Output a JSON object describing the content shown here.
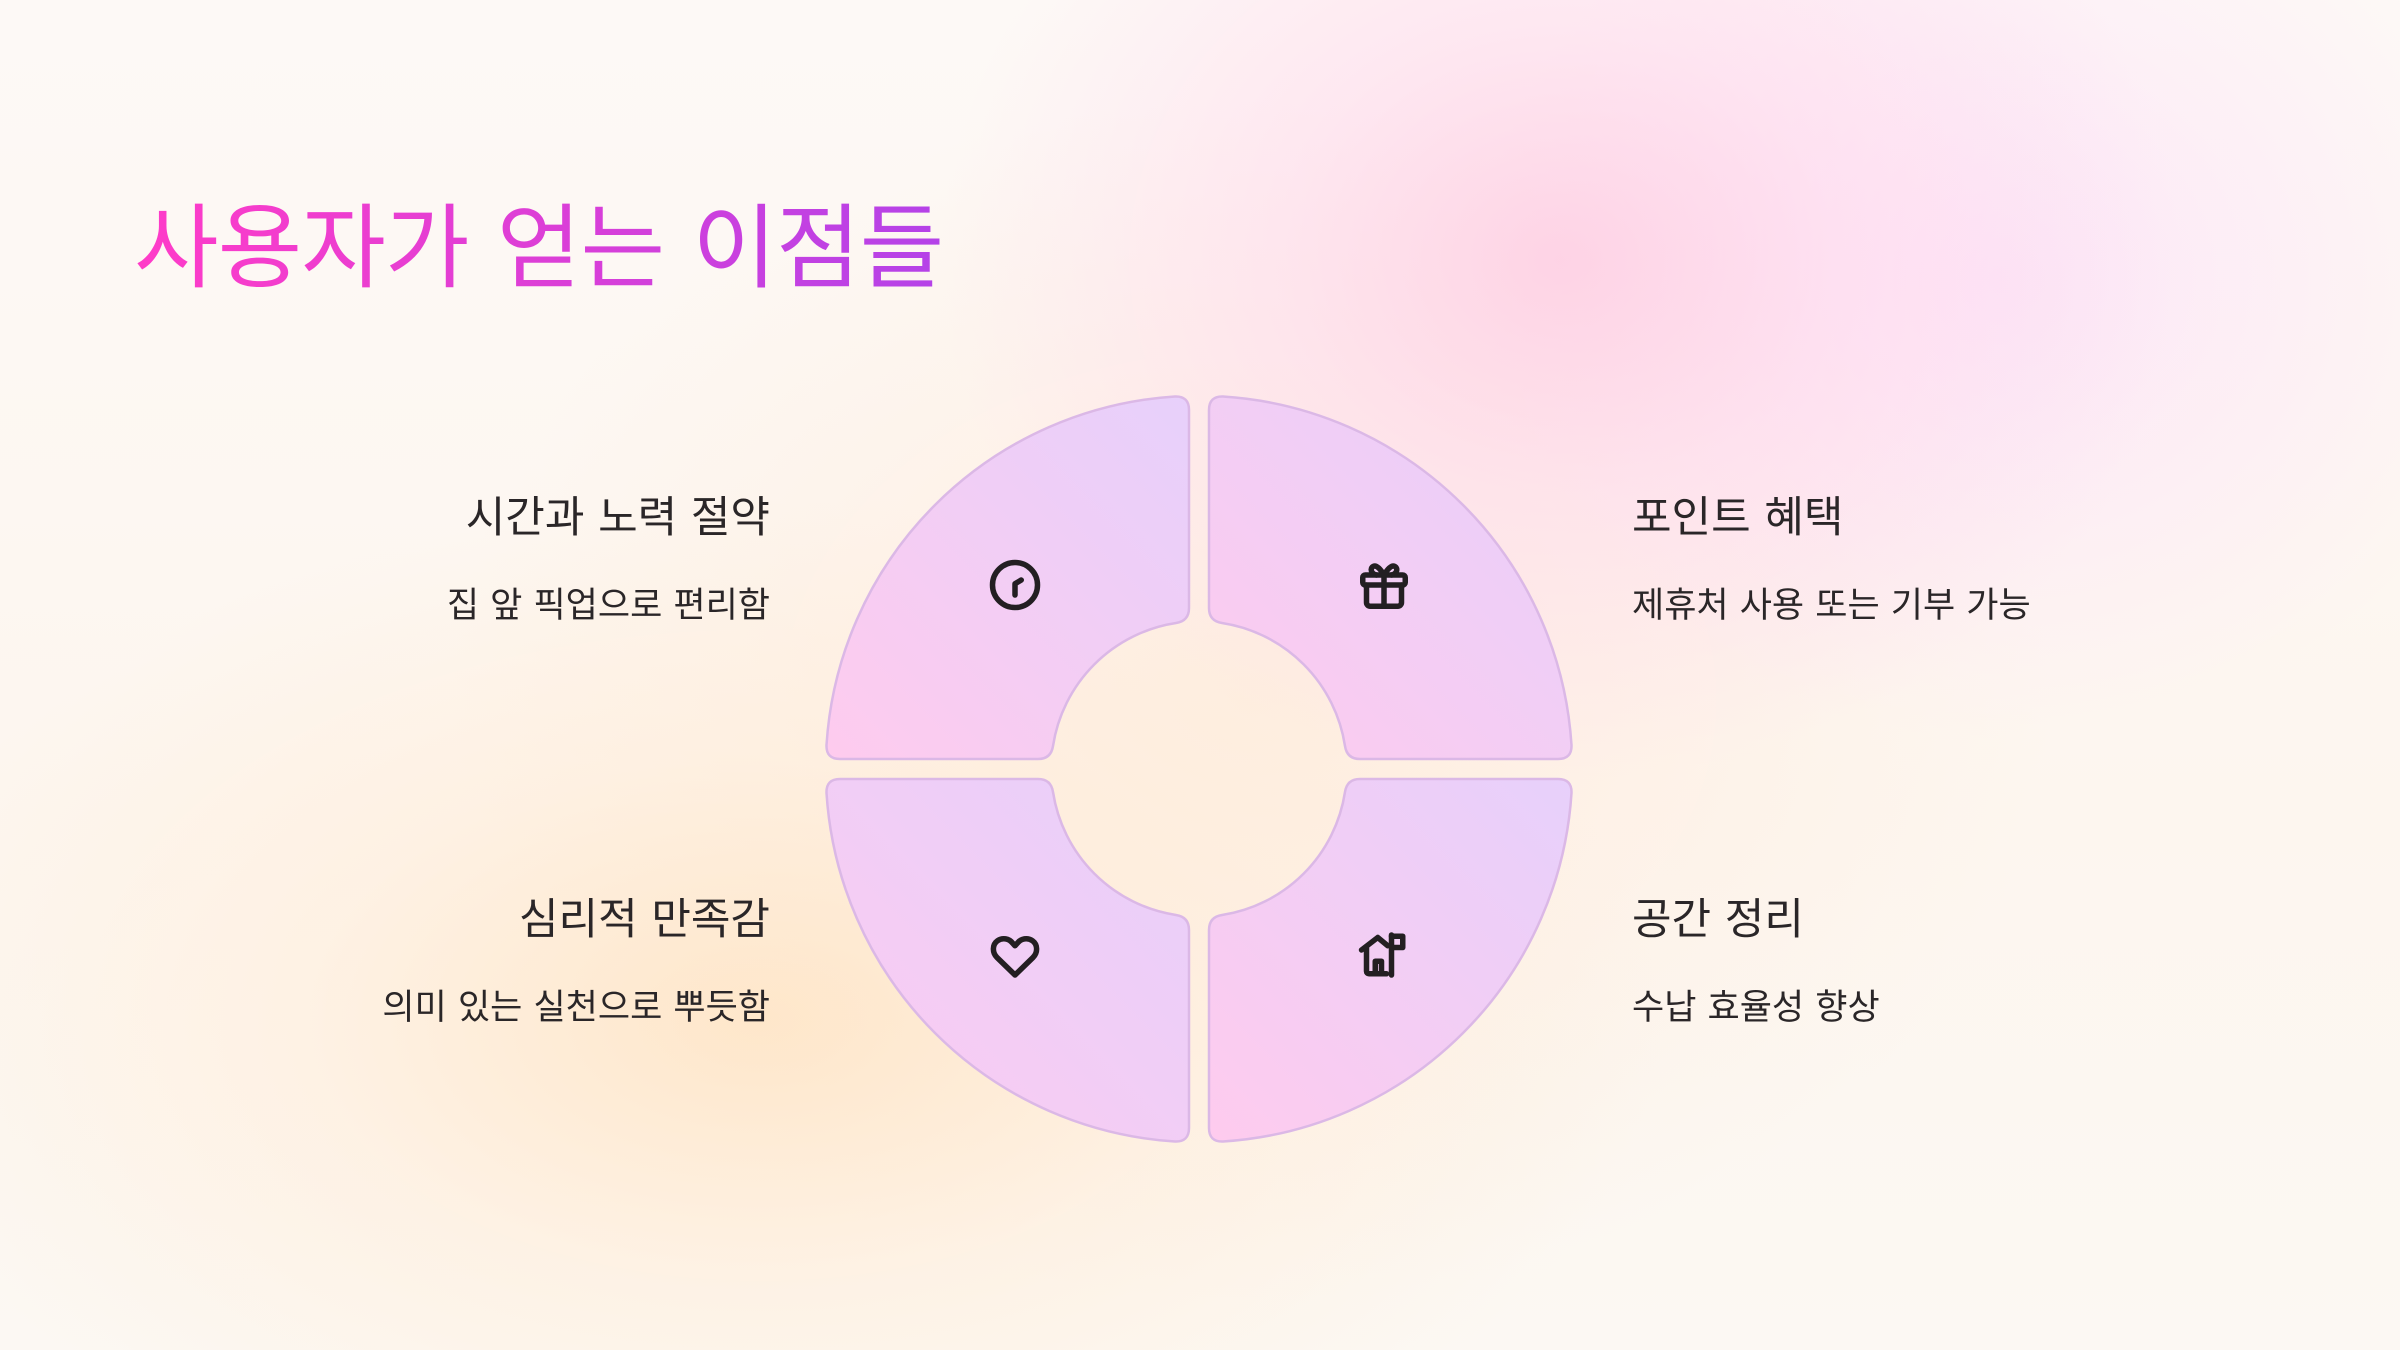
{
  "title": "사용자가 얻는 이점들",
  "colors": {
    "title_gradient_start": "#ff3cc8",
    "title_gradient_end": "#b442e8",
    "segment_gradient_pink": "#fdc9ee",
    "segment_gradient_lavender": "#e8d0fa",
    "segment_border": "#dbb8e6",
    "text": "#2a2628"
  },
  "benefits": [
    {
      "position": "top-left",
      "title": "시간과 노력 절약",
      "description": "집 앞 픽업으로 편리함",
      "icon": "clock-icon"
    },
    {
      "position": "top-right",
      "title": "포인트 혜택",
      "description": "제휴처 사용 또는 기부 가능",
      "icon": "gift-icon"
    },
    {
      "position": "bottom-left",
      "title": "심리적 만족감",
      "description": "의미 있는 실천으로 뿌듯함",
      "icon": "heart-icon"
    },
    {
      "position": "bottom-right",
      "title": "공간 정리",
      "description": "수납 효율성 향상",
      "icon": "home-flag-icon"
    }
  ]
}
